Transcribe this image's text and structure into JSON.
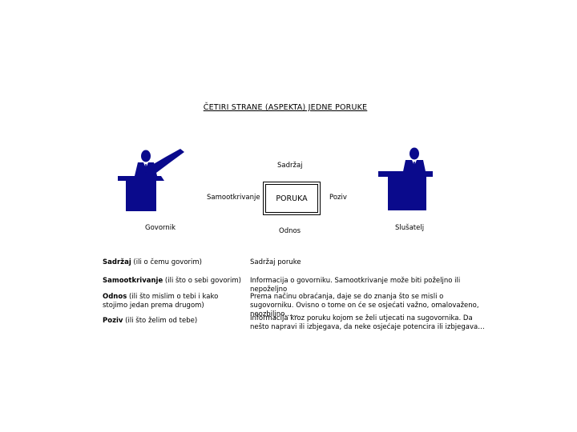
{
  "title": "ČETIRI STRANE (ASPEKTA) JEDNE PORUKE",
  "diagram": {
    "center": "PORUKA",
    "top": "Sadržaj",
    "left": "Samootkrivanje",
    "right": "Poziv",
    "bottom": "Odnos",
    "speaker": "Govornik",
    "listener": "Slušatelj",
    "figure_color": "#0a0a8c"
  },
  "rows": [
    {
      "term": "Sadržaj",
      "note": " (ili o čemu govorim)",
      "desc": "Sadržaj poruke"
    },
    {
      "term": "Samootkrivanje",
      "note": " (ili što o sebi govorim)",
      "desc": "Informacija o govorniku. Samootkrivanje može biti poželjno ili nepoželjno"
    },
    {
      "term": "Odnos",
      "note": " (ili što mislim o tebi i kako stojimo jedan prema drugom)",
      "desc": "Prema načinu obraćanja, daje se do znanja što se misli o sugovorniku. Ovisno o tome on će se osjećati važno, omalovaženo, neozbiljno,….."
    },
    {
      "term": "Poziv",
      "note": " (ili što želim od tebe)",
      "desc": "Informacija kroz poruku kojom se želi utjecati na sugovornika. Da nešto napravi ili izbjegava, da neke osjećaje potencira ili izbjegava…"
    }
  ]
}
